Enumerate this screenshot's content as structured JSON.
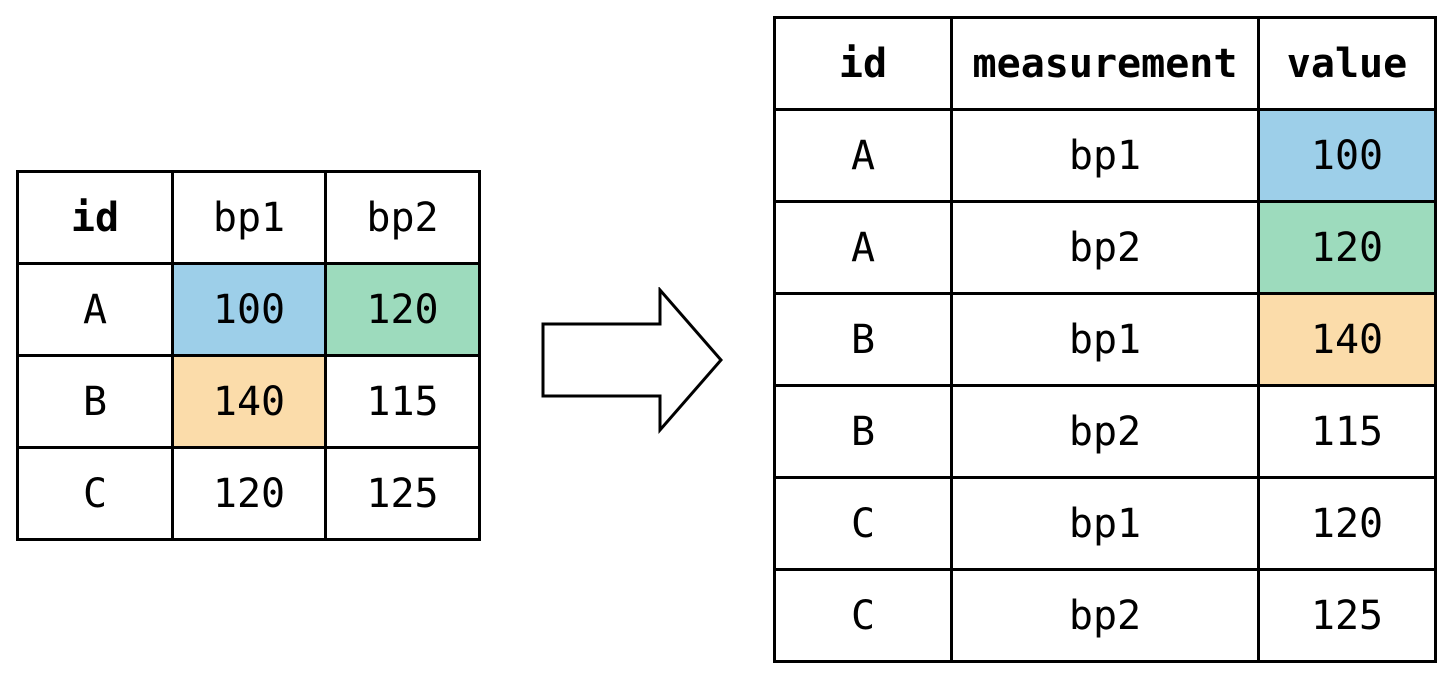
{
  "colors": {
    "blue": "#9dcfe9",
    "green": "#9ddbbd",
    "orange": "#fbdcaa",
    "white": "#ffffff"
  },
  "wide_table": {
    "headers": [
      "id",
      "bp1",
      "bp2"
    ],
    "rows": [
      {
        "id": "A",
        "bp1": "100",
        "bp2": "120",
        "bp1_color": "blue",
        "bp2_color": "green"
      },
      {
        "id": "B",
        "bp1": "140",
        "bp2": "115",
        "bp1_color": "orange",
        "bp2_color": "white"
      },
      {
        "id": "C",
        "bp1": "120",
        "bp2": "125",
        "bp1_color": "white",
        "bp2_color": "white"
      }
    ]
  },
  "arrow_icon": "right-arrow-icon",
  "long_table": {
    "headers": [
      "id",
      "measurement",
      "value"
    ],
    "rows": [
      {
        "id": "A",
        "measurement": "bp1",
        "value": "100",
        "color": "blue"
      },
      {
        "id": "A",
        "measurement": "bp2",
        "value": "120",
        "color": "green"
      },
      {
        "id": "B",
        "measurement": "bp1",
        "value": "140",
        "color": "orange"
      },
      {
        "id": "B",
        "measurement": "bp2",
        "value": "115",
        "color": "white"
      },
      {
        "id": "C",
        "measurement": "bp1",
        "value": "120",
        "color": "white"
      },
      {
        "id": "C",
        "measurement": "bp2",
        "value": "125",
        "color": "white"
      }
    ]
  }
}
